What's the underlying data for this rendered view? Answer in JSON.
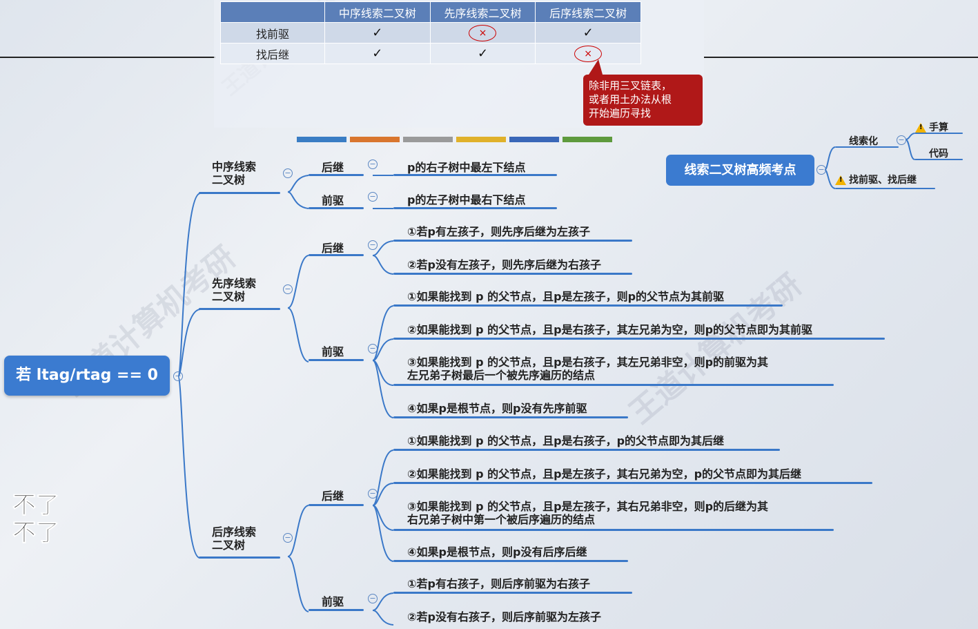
{
  "table": {
    "headers": [
      "",
      "中序线索二叉树",
      "先序线索二叉树",
      "后序线索二叉树"
    ],
    "rows": [
      {
        "label": "找前驱",
        "cells": [
          "✓",
          "×",
          "✓"
        ]
      },
      {
        "label": "找后继",
        "cells": [
          "✓",
          "✓",
          "×"
        ]
      }
    ]
  },
  "callout": {
    "line1": "除非用三叉链表，",
    "line2": "或者用土办法从根",
    "line3": "开始遍历寻找"
  },
  "colors": {
    "bars": [
      "#3a7dc4",
      "#d9762e",
      "#9a9a9a",
      "#e0b12a",
      "#3a67b8",
      "#5e9a3d"
    ],
    "accent": "#3b7bd0",
    "cross": "#c00000"
  },
  "root": {
    "label": "若 ltag/rtag == 0"
  },
  "inorder": {
    "label_l1": "中序线索",
    "label_l2": "二叉树",
    "succ": {
      "label": "后继",
      "item": "p的右子树中最左下结点"
    },
    "pred": {
      "label": "前驱",
      "item": "p的左子树中最右下结点"
    }
  },
  "preorder": {
    "label_l1": "先序线索",
    "label_l2": "二叉树",
    "succ": {
      "label": "后继",
      "items": [
        "①若p有左孩子，则先序后继为左孩子",
        "②若p没有左孩子，则先序后继为右孩子"
      ]
    },
    "pred": {
      "label": "前驱",
      "items": [
        "①如果能找到 p 的父节点，且p是左孩子，则p的父节点为其前驱",
        "②如果能找到 p 的父节点，且p是右孩子，其左兄弟为空，则p的父节点即为其前驱",
        "③如果能找到 p 的父节点，且p是右孩子，其左兄弟非空，则p的前驱为其",
        "左兄弟子树最后一个被先序遍历的结点",
        "④如果p是根节点，则p没有先序前驱"
      ]
    }
  },
  "postorder": {
    "label_l1": "后序线索",
    "label_l2": "二叉树",
    "succ": {
      "label": "后继",
      "items": [
        "①如果能找到 p 的父节点，且p是右孩子，p的父节点即为其后继",
        "②如果能找到 p 的父节点，且p是左孩子，其右兄弟为空，p的父节点即为其后继",
        "③如果能找到 p 的父节点，且p是左孩子，其右兄弟非空，则p的后继为其",
        "右兄弟子树中第一个被后序遍历的结点",
        "④如果p是根节点，则p没有后序后继"
      ]
    },
    "pred": {
      "label": "前驱",
      "items": [
        "①若p有右孩子，则后序前驱为右孩子",
        "②若p没有右孩子，则后序前驱为左孩子"
      ]
    }
  },
  "side_map": {
    "root": "线索二叉树高频考点",
    "branch1": "线索化",
    "leaf1": "手算",
    "leaf2": "代码",
    "branch2": "找前驱、找后继"
  },
  "sticker": {
    "line1": "不了",
    "line2": "不了"
  },
  "collapse_symbol": "−"
}
